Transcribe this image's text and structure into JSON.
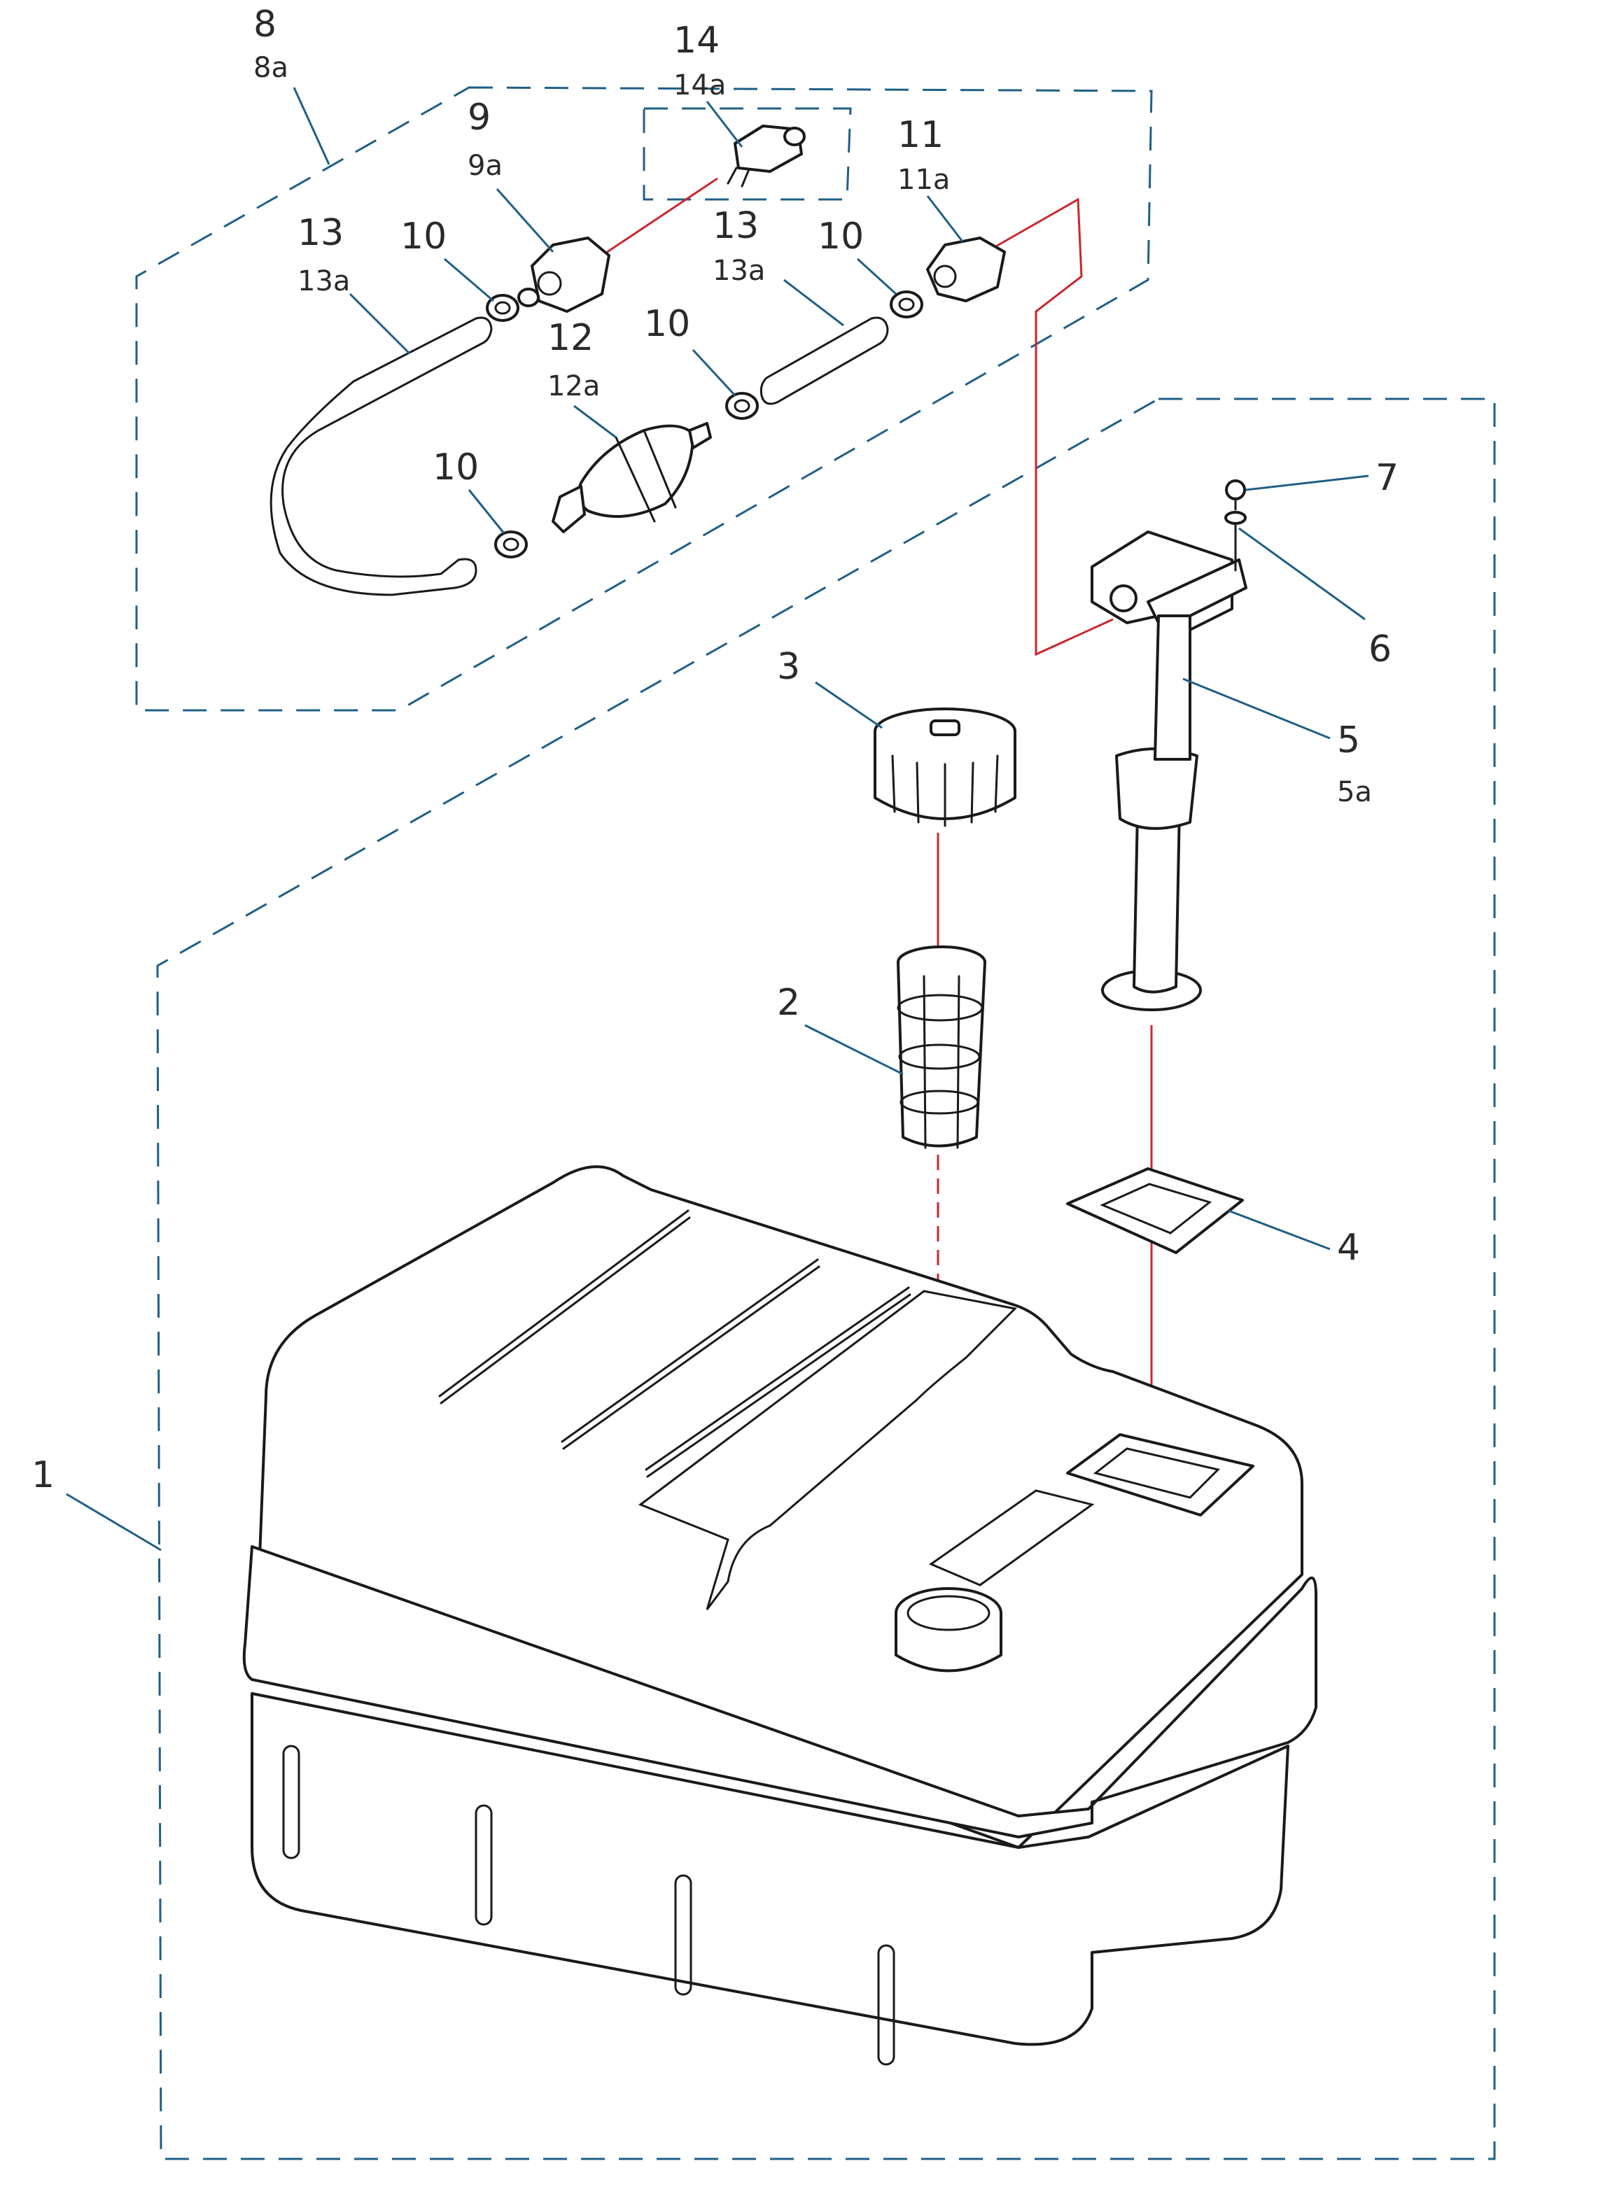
{
  "colors": {
    "leader": "#1f5f86",
    "fuel_line": "#c8282d",
    "outline": "#1a1a1a",
    "label": "#2a2a2a"
  },
  "callouts": {
    "p1": "1",
    "p2": "2",
    "p3": "3",
    "p4": "4",
    "p5": "5",
    "p5a": "5a",
    "p6": "6",
    "p7": "7",
    "p8": "8",
    "p8a": "8a",
    "p9": "9",
    "p9a": "9a",
    "p10_left": "10",
    "p10_middle": "10",
    "p10_lower": "10",
    "p10_right": "10",
    "p11": "11",
    "p11a": "11a",
    "p12": "12",
    "p12a": "12a",
    "p13_left": "13",
    "p13a_left": "13a",
    "p13_right": "13",
    "p13a_right": "13a",
    "p14": "14",
    "p14a": "14a"
  }
}
